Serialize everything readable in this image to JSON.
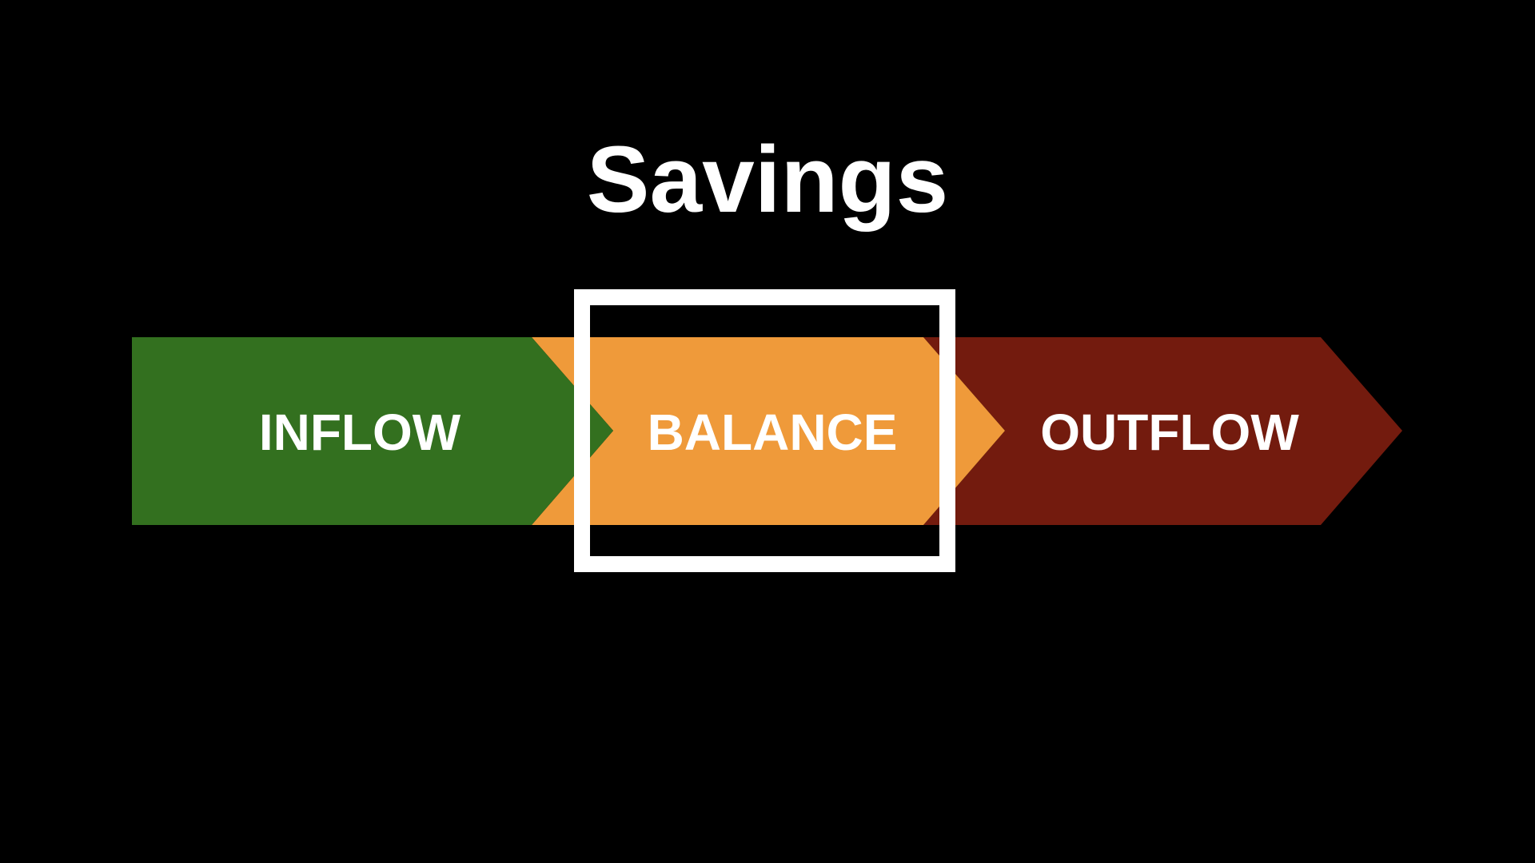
{
  "title": "Savings",
  "colors": {
    "background": "#000000",
    "inflow": "#33701f",
    "balance": "#ef9a3a",
    "outflow": "#731b0e",
    "highlight": "#ffffff",
    "text": "#ffffff"
  },
  "stages": [
    {
      "id": "inflow",
      "label": "INFLOW"
    },
    {
      "id": "balance",
      "label": "BALANCE"
    },
    {
      "id": "outflow",
      "label": "OUTFLOW"
    }
  ],
  "highlighted_stage": "balance"
}
